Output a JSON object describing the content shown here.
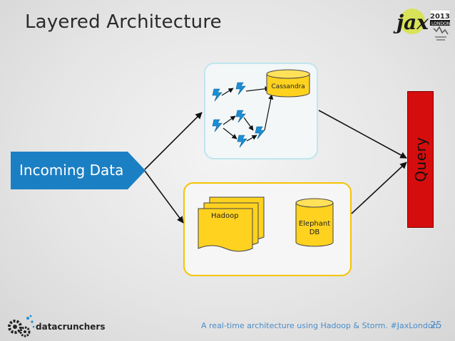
{
  "slide": {
    "title": "Layered Architecture",
    "incoming_label": "Incoming Data",
    "query_label": "Query",
    "cassandra_label": "Cassandra",
    "hadoop_label": "Hadoop",
    "elephant_line1": "Elephant",
    "elephant_line2": "DB",
    "footer_text": "A real-time architecture using Hadoop & Storm. #JaxLondon",
    "page_number": "25"
  },
  "branding": {
    "event_logo": "jax",
    "event_year": "2013",
    "event_city": "LONDON",
    "company_name": "datacrunchers",
    "company_icon": "gears-icon"
  },
  "colors": {
    "incoming_blue": "#1b7fc4",
    "query_red": "#d60d0d",
    "storm_border": "#bfe6ee",
    "hadoop_border": "#f5c400",
    "cylinder_yellow": "#ffd21f",
    "bolt_blue": "#1b8fd4"
  }
}
